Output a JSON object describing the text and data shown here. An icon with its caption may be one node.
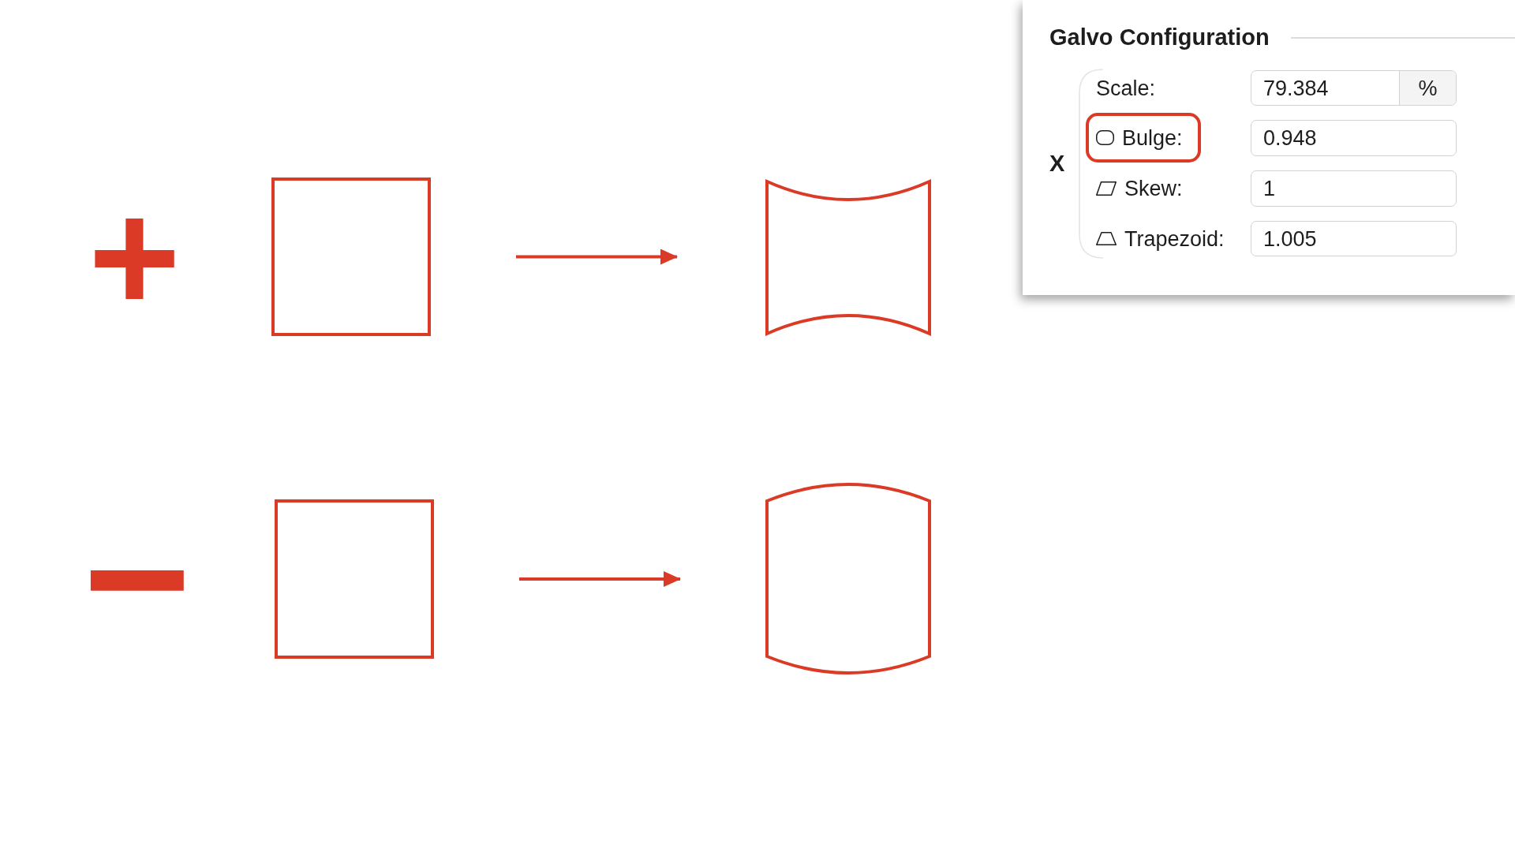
{
  "diagram": {
    "nodes": [
      {
        "text": [
          "Galvo Configuration"
        ]
      },
      {
        "text": [
          "79.384",
          "%"
        ],
        "in": 0
      },
      {
        "text": [
          "Bulge:"
        ],
        "in": 0
      },
      {
        "text": [
          "0.948"
        ],
        "in": 0
      },
      {
        "text": [
          "1"
        ],
        "in": 0
      },
      {
        "text": [
          "1.005"
        ],
        "in": 0
      },
      {
        "text": [],
        "shape": "box"
      },
      {
        "text": [],
        "shape": "pincushion"
      },
      {
        "text": [],
        "shape": "box"
      },
      {
        "text": [],
        "shape": "barrel"
      }
    ],
    "edges": [
      {
        "from": 6,
        "to": 7,
        "arrow": "to"
      },
      {
        "from": 8,
        "to": 9,
        "arrow": "to"
      }
    ],
    "labels": [
      "X",
      "Scale:",
      "Skew:",
      "Trapezoid:",
      "+",
      "−"
    ]
  }
}
